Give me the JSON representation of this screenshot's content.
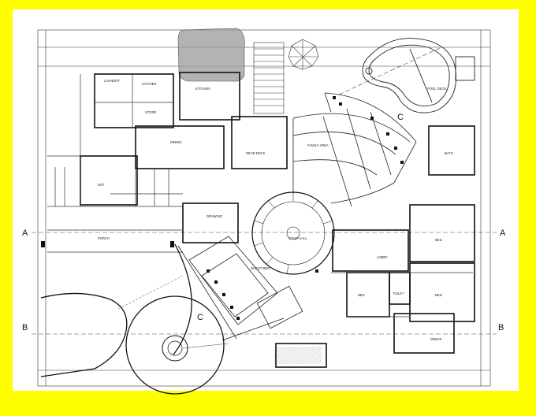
{
  "colors": {
    "frame": "#ffff00",
    "ink": "#111111",
    "highlight": "#9a9a9a"
  },
  "grid_markers": {
    "a": "A",
    "b": "B",
    "c": "C"
  },
  "rooms": {
    "laundry": "LAUNDRY",
    "kitchen_sm": "KITCHEN",
    "kitchen": "KITCHEN",
    "dining": "DINING",
    "store": "STORE",
    "drawing": "DRAWING",
    "porch": "PORCH",
    "lobby": "LOBBY",
    "bed1": "BED",
    "bed2": "BED",
    "bed3": "BED",
    "bath": "BATH",
    "dressing": "DRESS",
    "stair_hall": "STAIR HALL",
    "rear_deck": "REAR DECK",
    "pool_deck": "POOL DECK",
    "toilet": "TOILET",
    "family_area": "FAMILY AREA",
    "guest_bed": "GUEST BED",
    "entry": "ENT"
  }
}
